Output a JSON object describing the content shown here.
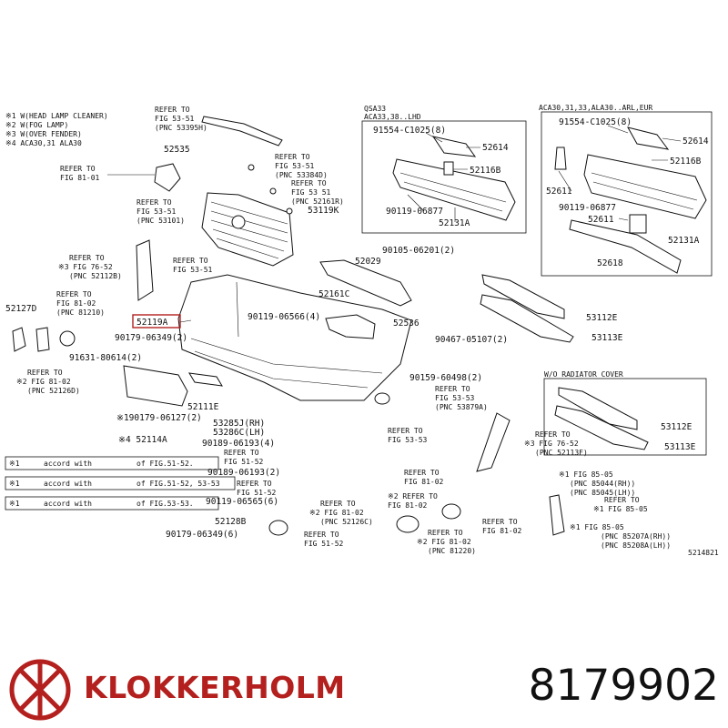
{
  "legend": [
    "※1 W(HEAD LAMP CLEANER)",
    "※2 W(FOG LAMP)",
    "※3 W(OVER FENDER)",
    "※4 ACA30,31 ALA30"
  ],
  "boxes": {
    "left_title_1": "QSA33",
    "left_title_2": "ACA33,38..LHD",
    "right_title": "ACA30,31,33,ALA30..ARL,EUR",
    "bottom_title": "W/O RADIATOR COVER"
  },
  "labels": {
    "ref_53_51_a": [
      "REFER TO",
      "FIG 53-51",
      "(PNC 53395H)"
    ],
    "ref_81_01": [
      "REFER TO",
      "FIG 81-01"
    ],
    "ref_53_51_b": [
      "REFER TO",
      "FIG 53-51",
      "(PNC 53101)"
    ],
    "ref_53_51_c": [
      "REFER TO",
      "FIG 53-51",
      "(PNC 53384D)"
    ],
    "ref_53_51_d": [
      "REFER TO",
      "FIG 53 51",
      "(PNC 52161R)"
    ],
    "ref_76_52_a": [
      "REFER TO",
      "※3 FIG 76-52",
      "(PNC 52112B)"
    ],
    "ref_53_51_e": [
      "REFER TO",
      "FIG 53-51"
    ],
    "ref_81_02_a": [
      "REFER TO",
      "FIG 81-02",
      "(PNC 81210)"
    ],
    "ref_81_02_b": [
      "REFER TO",
      "※2 FIG 81-02",
      "(PNC 52126D)"
    ],
    "ref_53_53_a": [
      "REFER TO",
      "FIG 53-53",
      "(PNC 53879A)"
    ],
    "ref_53_53_b": [
      "REFER TO",
      "FIG 53-53"
    ],
    "ref_76_52_b": [
      "REFER TO",
      "※3 FIG 76-52",
      "(PNC 52113F)"
    ],
    "ref_51_52_a": [
      "REFER TO",
      "FIG 51-52"
    ],
    "ref_51_52_b": [
      "REFER TO",
      "FIG 51-52"
    ],
    "ref_81_02_c": [
      "REFER TO",
      "FIG 81-02"
    ],
    "ref_85_05_a": [
      "※1 FIG 85-05",
      "(PNC 85044(RH))",
      "(PNC 85045(LH))"
    ],
    "ref_85_05_b": [
      "REFER TO",
      "※1 FIG 85-05"
    ],
    "ref_85_05_c": [
      "※1 FIG 85-05",
      "(PNC 85207A(RH))",
      "(PNC 85208A(LH))"
    ],
    "ref_81_02_d": [
      "REFER TO",
      "※2 FIG 81-02",
      "(PNC 52126C)"
    ],
    "ref_81_02_e": [
      "REFER TO",
      "※2 FIG 81-02",
      "(PNC 81220)"
    ],
    "ref_81_02_f": [
      "REFER TO",
      "FIG 81-02"
    ],
    "ref_81_02_g": [
      "※2 REFER TO",
      "FIG 81-02"
    ],
    "ref_51_52_c": [
      "REFER TO",
      "FIG 51-52"
    ]
  },
  "parts": {
    "p52535": "52535",
    "p53119k": "53119K",
    "p52127d": "52127D",
    "p52119a": "52119A",
    "p90179_06349_2": "90179-06349(2)",
    "p90119_06566_4": "90119-06566(4)",
    "p52161c": "52161C",
    "p52029": "52029",
    "p90105_06201": "90105-06201(2)",
    "p52536": "52536",
    "p90467_05107": "90467-05107(2)",
    "p91631_80614": "91631-80614(2)",
    "p90159_60498": "90159-60498(2)",
    "p90179_06127": "※190179-06127(2)",
    "p52114a": "※4 52114A",
    "p52111e": "52111E",
    "p53285j": "53285J(RH)",
    "p53286c": "53286C(LH)",
    "p90189_06193_4": "90189-06193(4)",
    "p90189_06193_2": "90189-06193(2)",
    "p90119_06565_6": "90119-06565(6)",
    "p52128b": "52128B",
    "p90179_06349_6": "90179-06349(6)",
    "p53112e_a": "53112E",
    "p53113e_a": "53113E",
    "p53112e_b": "53112E",
    "p53113e_b": "53113E",
    "p91554_a": "91554-C1025(8)",
    "p52614_a": "52614",
    "p52116b_a": "52116B",
    "p90119_06877_a": "90119-06877",
    "p52131a_a": "52131A",
    "p91554_b": "91554-C1025(8)",
    "p52614_b": "52614",
    "p52116b_b": "52116B",
    "p52611": "52611",
    "p90119_06877_b": "90119-06877",
    "p52611_b": "52611",
    "p52131a_b": "52131A",
    "p52618": "52618",
    "fig_code": "5214821"
  },
  "notes": [
    {
      "pre": "※1",
      "text": "accord with",
      "suf": "of FIG.51-52."
    },
    {
      "pre": "※1",
      "text": "accord with",
      "suf": "of FIG.51-52, 53-53"
    },
    {
      "pre": "※1",
      "text": "accord with",
      "suf": "of FIG.53-53."
    }
  ],
  "footer": {
    "brand": "KLOKKERHOLM",
    "part_number": "8179902",
    "brand_color": "#b3201e"
  }
}
